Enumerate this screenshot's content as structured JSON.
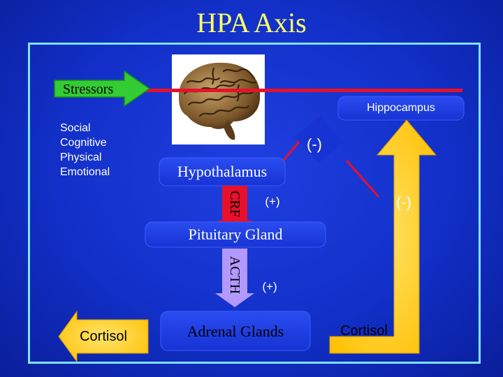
{
  "title": "HPA Axis",
  "stressors": {
    "label": "Stressors",
    "types": [
      "Social",
      "Cognitive",
      "Physical",
      "Emotional"
    ]
  },
  "nodes": {
    "hippocampus": "Hippocampus",
    "hypothalamus": "Hypothalamus",
    "pituitary": "Pituitary Gland",
    "adrenal": "Adrenal Glands"
  },
  "hormones": {
    "crf": "CRF",
    "acth": "ACTH"
  },
  "signs": {
    "hypothalamus_feedback": "(-)",
    "crf_effect": "(+)",
    "hippocampus_feedback": "(-)",
    "acth_effect": "(+)"
  },
  "cortisol": {
    "left": "Cortisol",
    "right": "Cortisol"
  },
  "colors": {
    "background": "#1230c8",
    "title": "#ffff66",
    "frame": "#7fe3ff",
    "pill": "#1d3ee8",
    "red_line": "#e8102a",
    "green_arrow": "#33cc33",
    "red_arrow": "#e8102a",
    "lavender_arrow": "#b399ff",
    "yellow_arrow": "#ffcc00"
  },
  "icons": {
    "brain": "brain-image"
  }
}
